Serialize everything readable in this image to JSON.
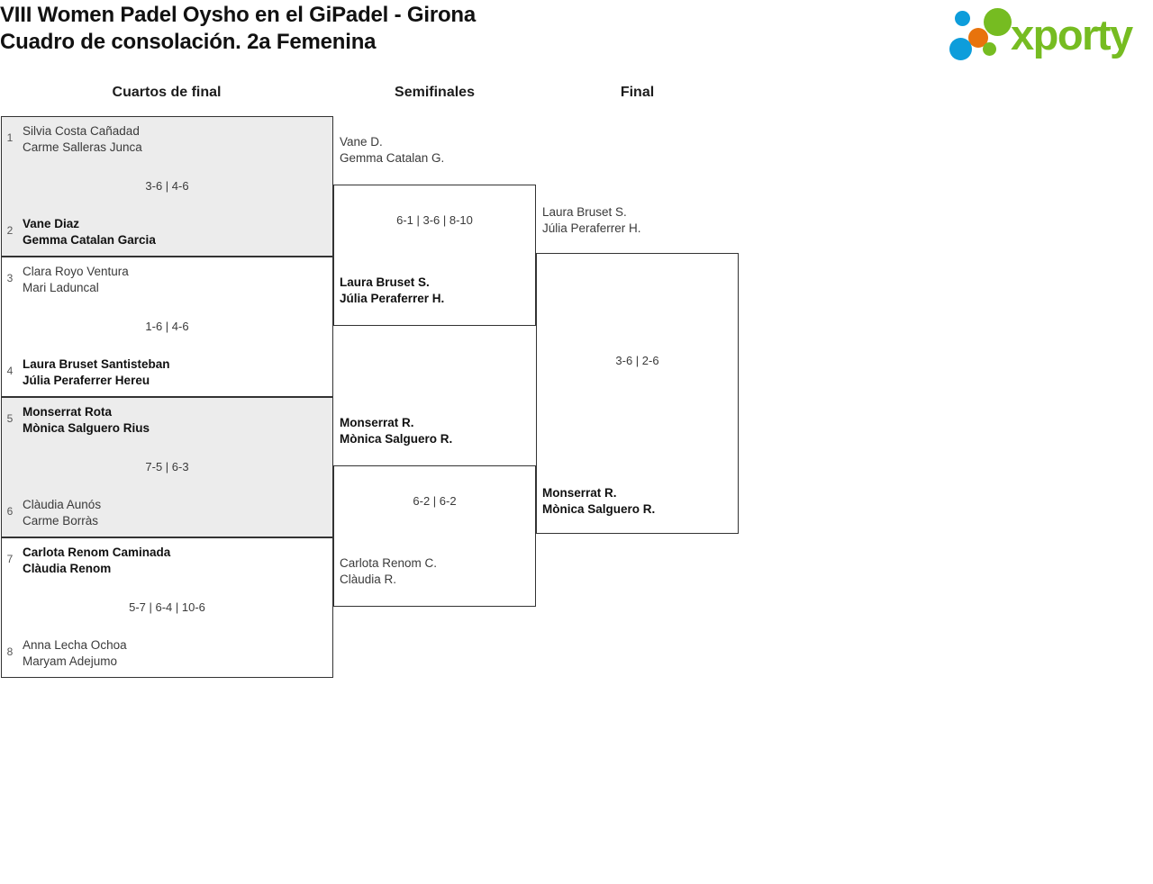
{
  "header": {
    "title_line1": "VIII Women Padel Oysho en el GiPadel - Girona",
    "title_line2": "Cuadro de consolación. 2a Femenina",
    "logo_word": "xporty",
    "logo_colors": {
      "green": "#76bc21",
      "orange": "#e8730c",
      "blue": "#0d9ddb"
    }
  },
  "rounds": [
    {
      "label": "Cuartos de final"
    },
    {
      "label": "Semifinales"
    },
    {
      "label": "Final"
    }
  ],
  "quarterfinals": [
    {
      "score": "3-6 | 4-6",
      "top": {
        "seed": "1",
        "p1": "Silvia Costa Cañadad",
        "p2": "Carme Salleras Junca",
        "winner": false
      },
      "bottom": {
        "seed": "2",
        "p1": "Vane Diaz",
        "p2": "Gemma Catalan Garcia",
        "winner": true
      }
    },
    {
      "score": "1-6 | 4-6",
      "top": {
        "seed": "3",
        "p1": "Clara Royo Ventura",
        "p2": "Mari Laduncal",
        "winner": false
      },
      "bottom": {
        "seed": "4",
        "p1": "Laura Bruset Santisteban",
        "p2": "Júlia Peraferrer Hereu",
        "winner": true
      }
    },
    {
      "score": "7-5 | 6-3",
      "top": {
        "seed": "5",
        "p1": "Monserrat Rota",
        "p2": "Mònica Salguero Rius",
        "winner": true
      },
      "bottom": {
        "seed": "6",
        "p1": "Clàudia Aunós",
        "p2": "Carme Borràs",
        "winner": false
      }
    },
    {
      "score": "5-7 | 6-4 | 10-6",
      "top": {
        "seed": "7",
        "p1": "Carlota Renom Caminada",
        "p2": "Clàudia Renom",
        "winner": true
      },
      "bottom": {
        "seed": "8",
        "p1": "Anna Lecha Ochoa",
        "p2": "Maryam Adejumo",
        "winner": false
      }
    }
  ],
  "semifinals": [
    {
      "score": "6-1 | 3-6 | 8-10",
      "top": {
        "p1": "Vane D.",
        "p2": "Gemma Catalan G.",
        "winner": false
      },
      "bottom": {
        "p1": "Laura Bruset S.",
        "p2": "Júlia Peraferrer H.",
        "winner": true
      }
    },
    {
      "score": "6-2 | 6-2",
      "top": {
        "p1": "Monserrat R.",
        "p2": "Mònica Salguero R.",
        "winner": true
      },
      "bottom": {
        "p1": "Carlota Renom C.",
        "p2": "Clàudia R.",
        "winner": false
      }
    }
  ],
  "final": {
    "score": "3-6 | 2-6",
    "top": {
      "p1": "Laura Bruset S.",
      "p2": "Júlia Peraferrer H.",
      "winner": false
    },
    "bottom": {
      "p1": "Monserrat R.",
      "p2": "Mònica Salguero R.",
      "winner": true
    }
  }
}
